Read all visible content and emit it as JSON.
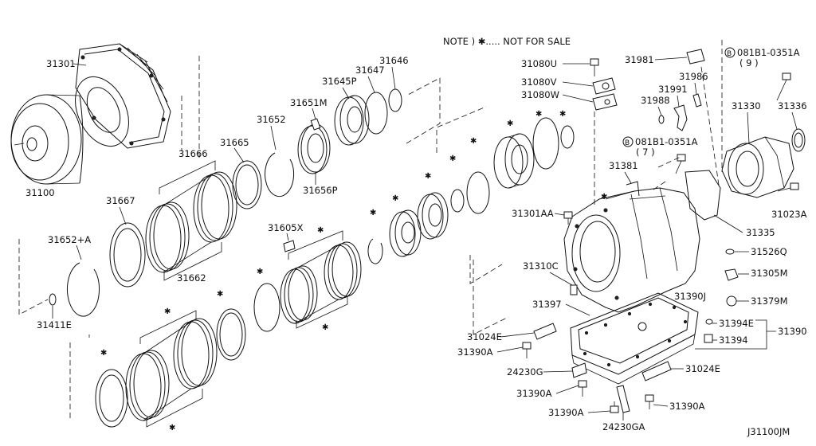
{
  "diagram": {
    "note": "NOTE ) ✱..... NOT FOR SALE",
    "ref_code": "J31100JM",
    "parts": {
      "p31301": "31301",
      "p31100": "31100",
      "p31666": "31666",
      "p31665": "31665",
      "p31652": "31652",
      "p31651m": "31651M",
      "p31645p": "31645P",
      "p31647": "31647",
      "p31646": "31646",
      "p31656p": "31656P",
      "p31667": "31667",
      "p31662": "31662",
      "p31652a": "31652+A",
      "p31411e": "31411E",
      "p31605x": "31605X",
      "p31080u": "31080U",
      "p31080v": "31080V",
      "p31080w": "31080W",
      "p31981": "31981",
      "p081b1a": "081B1-0351A",
      "p081b1a_qty": "( 9 )",
      "p31986": "31986",
      "p31991": "31991",
      "p31988": "31988",
      "p31330": "31330",
      "p31336": "31336",
      "p081b1b": "081B1-0351A",
      "p081b1b_qty": "( 7 )",
      "p31381": "31381",
      "p31301aa": "31301AA",
      "p31023a": "31023A",
      "p31335": "31335",
      "p31526q": "31526Q",
      "p31305m": "31305M",
      "p31310c": "31310C",
      "p31379m": "31379M",
      "p31397": "31397",
      "p31390j": "31390J",
      "p31394e": "31394E",
      "p31390": "31390",
      "p31394": "31394",
      "p31024e_l": "31024E",
      "p31390a_1": "31390A",
      "p24230g": "24230G",
      "p31024e_r": "31024E",
      "p31390a_2": "31390A",
      "p31390a_3": "31390A",
      "p31390a_4": "31390A",
      "p24230ga": "24230GA"
    }
  }
}
